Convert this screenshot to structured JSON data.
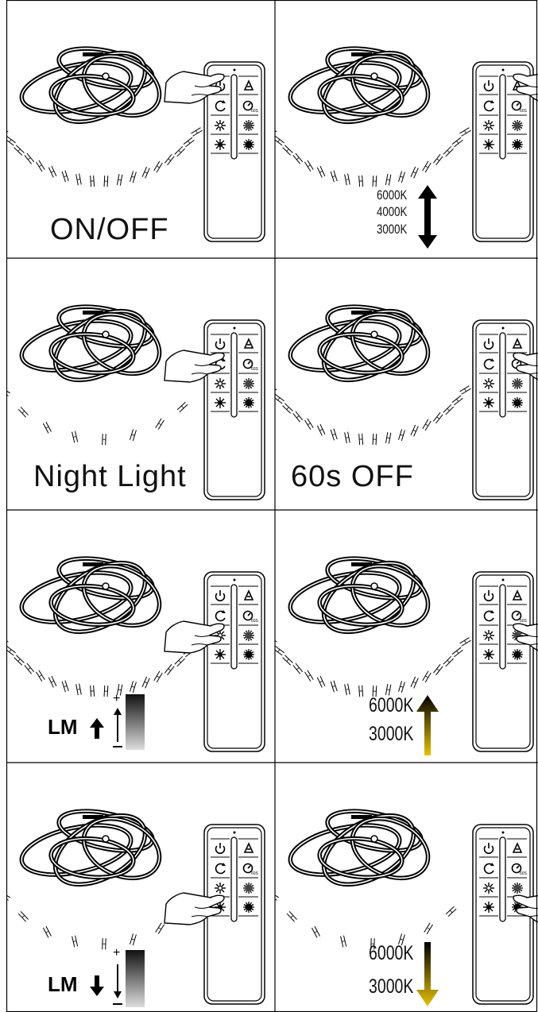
{
  "panels": [
    {
      "id": "p1",
      "caption": "ON/OFF",
      "pressed": "power",
      "rays": "full"
    },
    {
      "id": "p2",
      "labels": [
        "6000K",
        "4000K",
        "3000K"
      ],
      "pressed": "color-cycle",
      "rays": "full",
      "arrow": "both-black"
    },
    {
      "id": "p3",
      "caption": "Night Light",
      "pressed": "night-light",
      "rays": "sparse"
    },
    {
      "id": "p4",
      "caption": "60s OFF",
      "pressed": "timer-60s",
      "rays": "full"
    },
    {
      "id": "p5",
      "lm_label": "LM",
      "plus": "+",
      "minus": "-",
      "direction": "up",
      "pressed": "brightness-up",
      "rays": "full"
    },
    {
      "id": "p6",
      "labels": [
        "6000K",
        "3000K"
      ],
      "pressed": "warm-up",
      "rays": "full",
      "arrow": "up-gold"
    },
    {
      "id": "p7",
      "lm_label": "LM",
      "plus": "+",
      "minus": "-",
      "direction": "down",
      "pressed": "brightness-down",
      "rays": "sparse"
    },
    {
      "id": "p8",
      "labels": [
        "6000K",
        "3000K"
      ],
      "pressed": "warm-down",
      "rays": "sparse",
      "arrow": "down-gold"
    }
  ],
  "icons": [
    "power-icon",
    "color-cycle-icon",
    "night-light-icon",
    "timer-60s-icon",
    "brightness-up-icon",
    "warm-up-icon",
    "brightness-down-icon",
    "warm-down-icon"
  ],
  "timer_badge": "60S",
  "colors": {
    "line": "#000000",
    "gold": "#e6c200",
    "grad_dark": "#111111",
    "grad_light": "#dddddd"
  }
}
